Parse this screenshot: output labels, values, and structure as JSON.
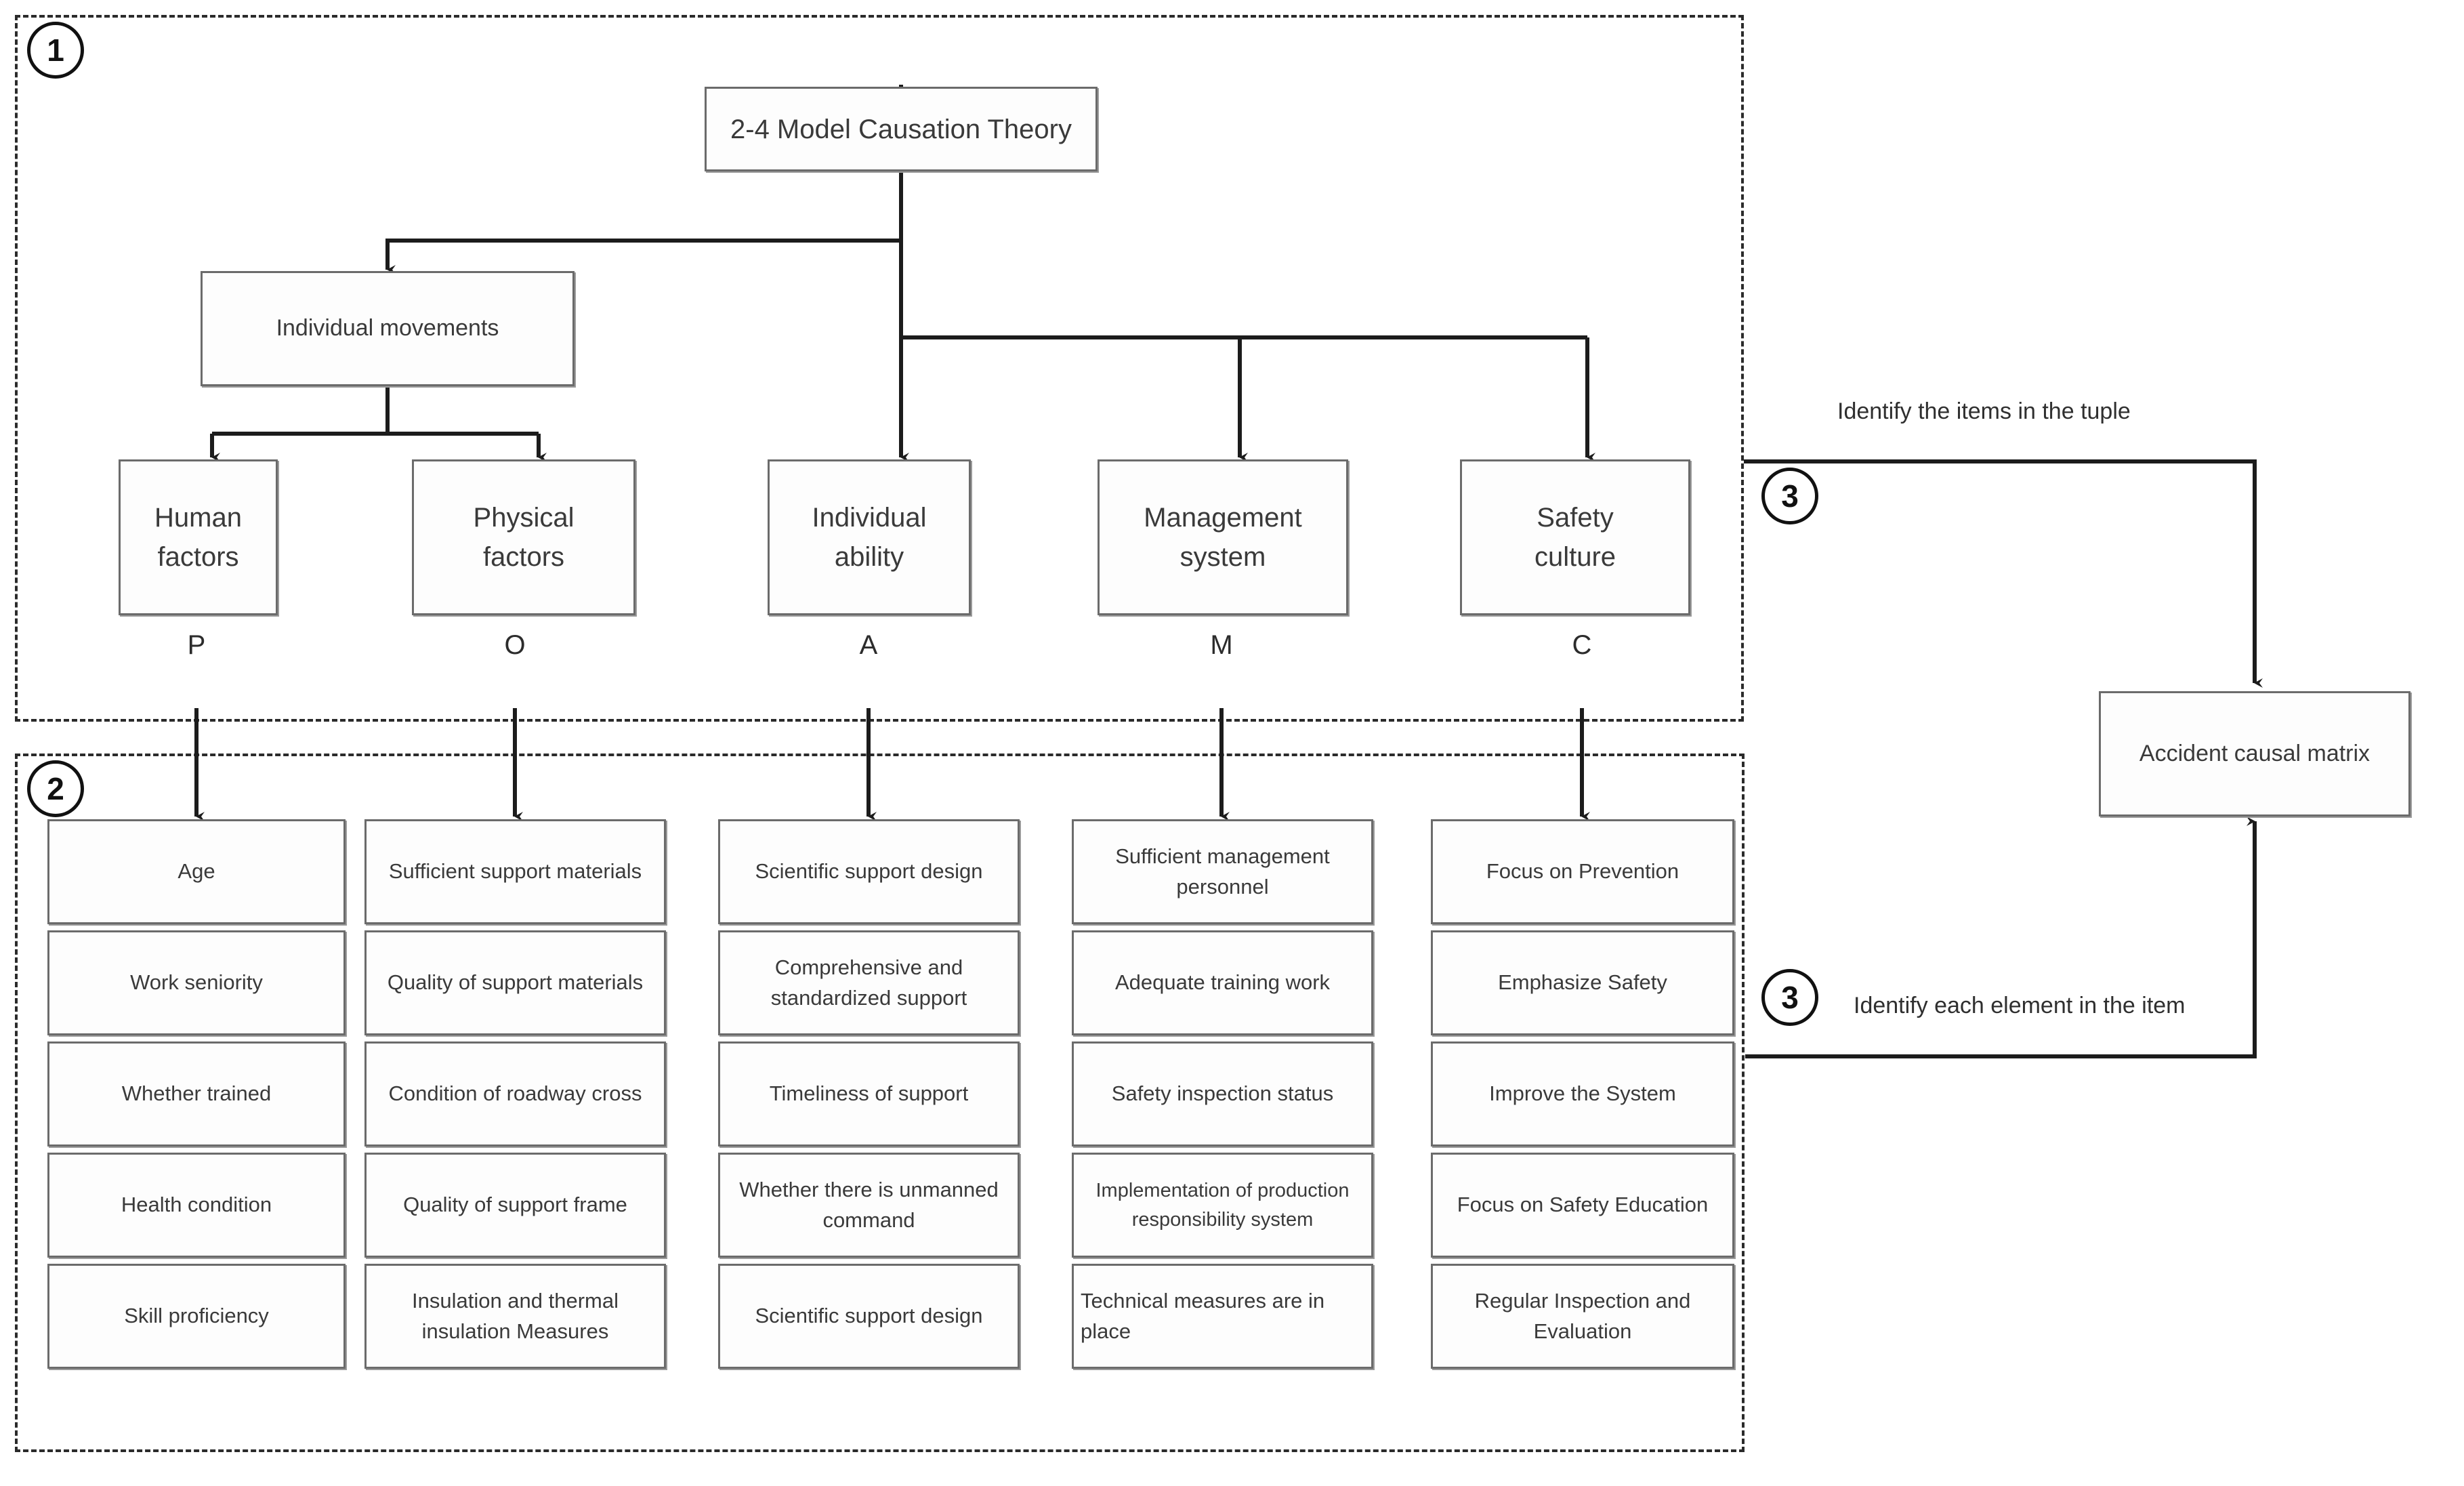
{
  "diagram": {
    "title_node": "2-4 Model Causation Theory",
    "level2": {
      "individual_movements": "Individual movements"
    },
    "categories": [
      {
        "label": "Human\nfactors",
        "code": "P"
      },
      {
        "label": "Physical\nfactors",
        "code": "O"
      },
      {
        "label": "Individual\nability",
        "code": "A"
      },
      {
        "label": "Management\nsystem",
        "code": "M"
      },
      {
        "label": "Safety\nculture",
        "code": "C"
      }
    ],
    "columns": [
      {
        "code": "P",
        "items": [
          "Age",
          "Work seniority",
          "Whether trained",
          "Health condition",
          "Skill proficiency"
        ]
      },
      {
        "code": "O",
        "items": [
          "Sufficient support materials",
          "Quality of support materials",
          "Condition of roadway cross",
          "Quality of support frame",
          "Insulation and thermal insulation Measures"
        ]
      },
      {
        "code": "A",
        "items": [
          "Scientific support design",
          "Comprehensive and standardized support",
          "Timeliness of support",
          "Whether there is unmanned command",
          "Scientific support design"
        ]
      },
      {
        "code": "M",
        "items": [
          "Sufficient management personnel",
          "Adequate training work",
          "Safety inspection status",
          "Implementation of production responsibility system",
          "Technical measures are in place"
        ]
      },
      {
        "code": "C",
        "items": [
          "Focus on Prevention",
          "Emphasize Safety",
          "Improve the System",
          "Focus on Safety Education",
          "Regular Inspection and Evaluation"
        ]
      }
    ],
    "regions": [
      {
        "number": "1"
      },
      {
        "number": "2"
      }
    ],
    "right": {
      "step_upper": "3",
      "label_upper": "Identify the items in the tuple",
      "step_lower": "3",
      "label_lower": "Identify each element in the item",
      "matrix_node": "Accident causal matrix"
    },
    "colors": {
      "line": "#2b2b2b",
      "box_border": "#6b6b6b",
      "text": "#3a3a3a",
      "dashed": "#2b2b2b"
    }
  }
}
